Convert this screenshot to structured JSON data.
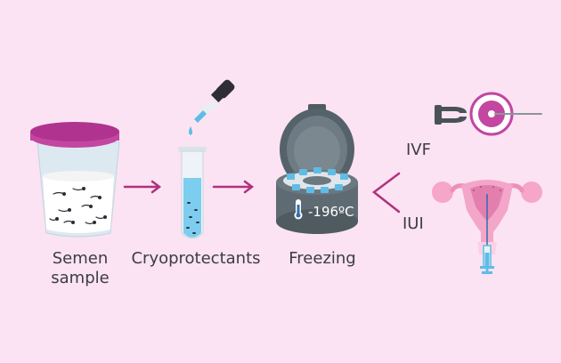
{
  "steps": [
    {
      "label_line1": "Semen",
      "label_line2": "sample"
    },
    {
      "label_line1": "Cryoprotectants"
    },
    {
      "label_line1": "Freezing",
      "temperature": "-196ºC"
    }
  ],
  "outcomes": {
    "ivf": "IVF",
    "iui": "IUI"
  },
  "colors": {
    "background": "#fbe3f3",
    "magenta": "#b0327e",
    "cup_lid": "#c346a1",
    "freezer_gray": "#5f6b73",
    "liquid_blue": "#7ccdef",
    "text": "#3c3c46"
  },
  "icons": [
    "sample-cup-icon",
    "dropper-icon",
    "test-tube-icon",
    "freezer-tank-icon",
    "thermometer-icon",
    "forceps-icon",
    "egg-cell-icon",
    "needle-icon",
    "uterus-icon",
    "syringe-icon"
  ]
}
